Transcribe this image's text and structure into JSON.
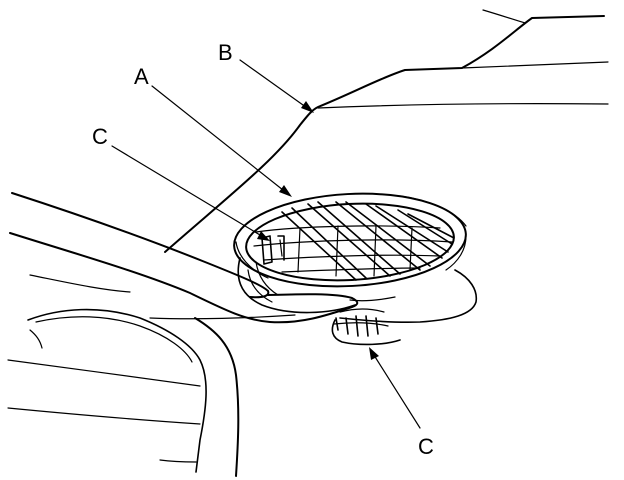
{
  "callouts": {
    "a": "A",
    "b": "B",
    "c_upper": "C",
    "c_lower": "C"
  },
  "colors": {
    "line": "#000000",
    "background": "#ffffff"
  }
}
